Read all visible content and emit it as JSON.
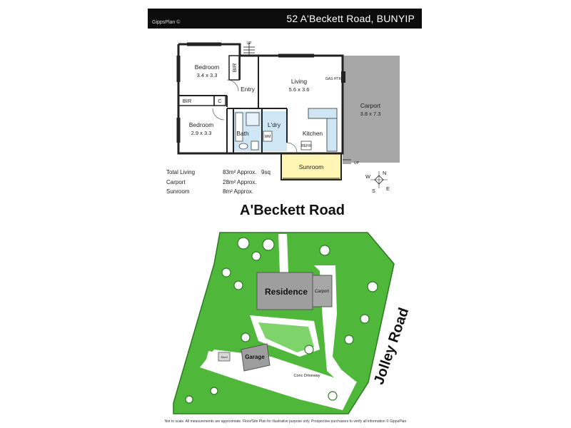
{
  "header": {
    "address": "52 A'Beckett Road, BUNYIP",
    "brand": "GippsPlan ©"
  },
  "floorplan": {
    "rooms": {
      "bedroom1": {
        "name": "Bedroom",
        "size": "3.4 x 3.3"
      },
      "bedroom2": {
        "name": "Bedroom",
        "size": "2.9 x 3.3"
      },
      "living": {
        "name": "Living",
        "size": "5.6 x 3.6"
      },
      "carport": {
        "name": "Carport",
        "size": "3.8 x 7.3"
      },
      "entry": {
        "name": "Entry"
      },
      "bath": {
        "name": "Bath"
      },
      "laundry": {
        "name": "L'dry"
      },
      "kitchen": {
        "name": "Kitchen"
      },
      "sunroom": {
        "name": "Sunroom"
      },
      "bir1": "BIR",
      "bir2": "BIR",
      "cupboard": "C",
      "up1": "UP",
      "up2": "UP",
      "gas_htr": "GAS HTR",
      "wm": "WM",
      "refr": "REFR"
    },
    "stats": [
      {
        "label": "Total Living",
        "value": "83m² Approx.",
        "extra": "9sq"
      },
      {
        "label": "Carport",
        "value": "28m² Approx.",
        "extra": ""
      },
      {
        "label": "Sunroom",
        "value": "8m² Approx.",
        "extra": ""
      }
    ],
    "compass": {
      "n": "N",
      "e": "E",
      "s": "S",
      "w": "W"
    }
  },
  "site_plan": {
    "road_top": "A'Beckett Road",
    "road_side": "Jolley Road",
    "residence": "Residence",
    "carport": "Carport",
    "garage": "Garage",
    "shed": "Shed",
    "driveway": "Conc  Driveway"
  },
  "colors": {
    "lawn": "#4fb83a",
    "lawn_light": "#7ed36a",
    "building": "#9e9e9e",
    "carport_fill": "#a7a7a7",
    "wet_area": "#cfe6f5",
    "sunroom": "#fff6b5"
  },
  "footer": {
    "disclaimer": "Not to scale. All measurements are approximate. Floor/Site Plan for illustrative purpose only. Prospective purchasers to verify all information © GippsPlan"
  }
}
